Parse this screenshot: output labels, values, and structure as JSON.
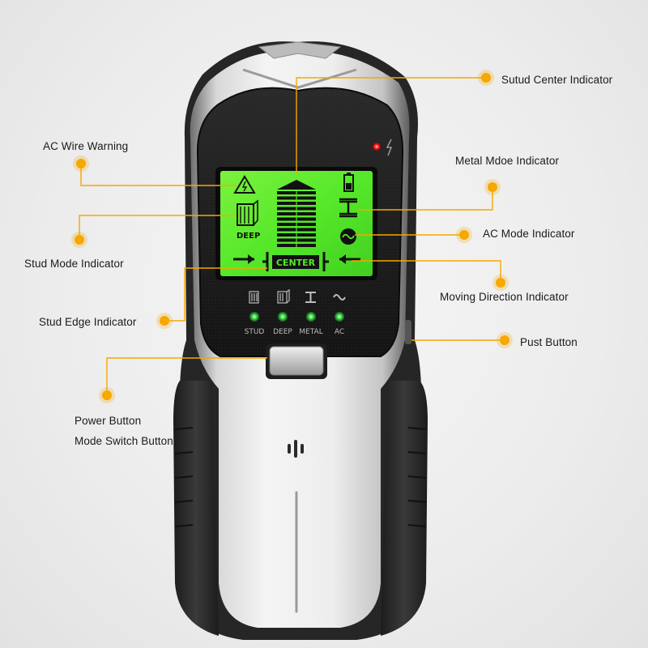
{
  "device": {
    "lcd": {
      "deep_label": "DEEP",
      "center_label": "CENTER",
      "battery_icon": "battery-icon",
      "warning_icon": "ac-warning-triangle-icon"
    },
    "mode_labels": [
      "STUD",
      "DEEP",
      "METAL",
      "AC"
    ],
    "led_color": "#3ee04a",
    "power_led_color": "#ff2020",
    "lcd_color": "#56e82a"
  },
  "callouts": [
    {
      "id": "sutud-center-indicator",
      "label": "Sutud Center Indicator"
    },
    {
      "id": "ac-wire-warning",
      "label": "AC Wire Warning"
    },
    {
      "id": "metal-mode-indicator",
      "label": "Metal Mdoe Indicator"
    },
    {
      "id": "ac-mode-indicator",
      "label": "AC Mode Indicator"
    },
    {
      "id": "stud-mode-indicator",
      "label": "Stud Mode Indicator"
    },
    {
      "id": "moving-direction-indicator",
      "label": "Moving Direction Indicator"
    },
    {
      "id": "stud-edge-indicator",
      "label": "Stud Edge Indicator"
    },
    {
      "id": "pust-button",
      "label": "Pust Button"
    },
    {
      "id": "power-button",
      "label": "Power Button"
    },
    {
      "id": "mode-switch-button",
      "label": "Mode Switch Button"
    }
  ],
  "accent_color": "#f5a800",
  "line_color": "#f5a800"
}
